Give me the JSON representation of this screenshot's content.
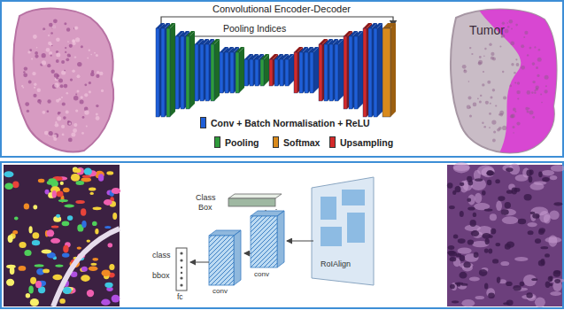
{
  "diagram": {
    "labels": [
      "Convolutional Encoder-Decoder",
      "Pooling Indices",
      "Tumor",
      "Class",
      "Box",
      "class",
      "bbox",
      "fc",
      "conv",
      "conv",
      "RoIAlign"
    ],
    "legend": [
      {
        "text": "Conv + Batch Normalisation + ReLU",
        "color": "#1f5fd8"
      },
      {
        "text": "Pooling",
        "color": "#2f9b3c"
      },
      {
        "text": "Softmax",
        "color": "#d98a1c"
      },
      {
        "text": "Upsampling",
        "color": "#d42a2a"
      }
    ]
  }
}
